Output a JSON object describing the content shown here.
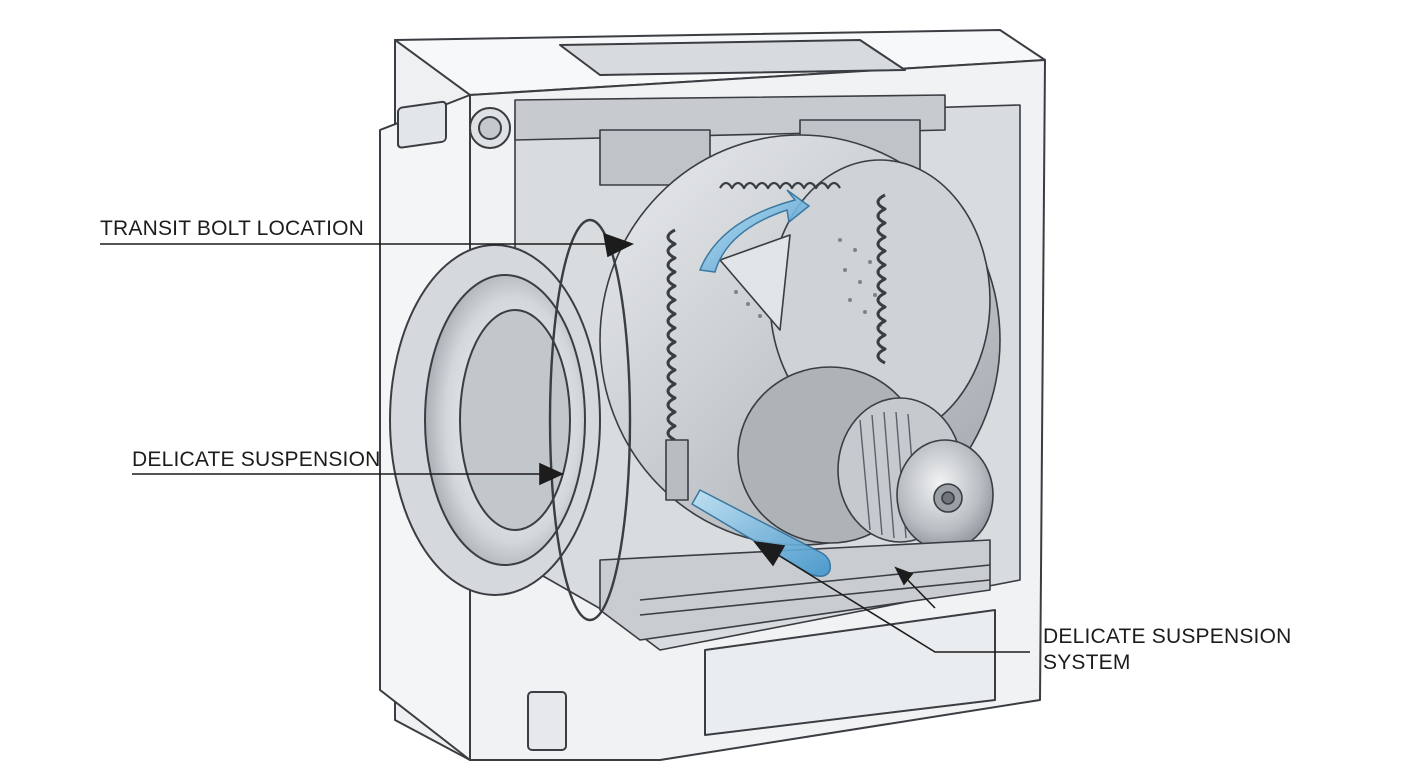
{
  "labels": {
    "transit_bolt": "TRANSIT BOLT LOCATION",
    "delicate_suspension": "DELICATE SUSPENSION",
    "delicate_suspension_system_line1": "DELICATE SUSPENSION",
    "delicate_suspension_system_line2": "SYSTEM"
  },
  "colors": {
    "line_art": "#3a3d42",
    "cabinet_fill": "#f4f5f6",
    "interior_fill": "#d9dcdf",
    "metal_dark": "#8d9297",
    "accent_blue": "#4fa3d6",
    "accent_blue_light": "#a9d6f0"
  }
}
